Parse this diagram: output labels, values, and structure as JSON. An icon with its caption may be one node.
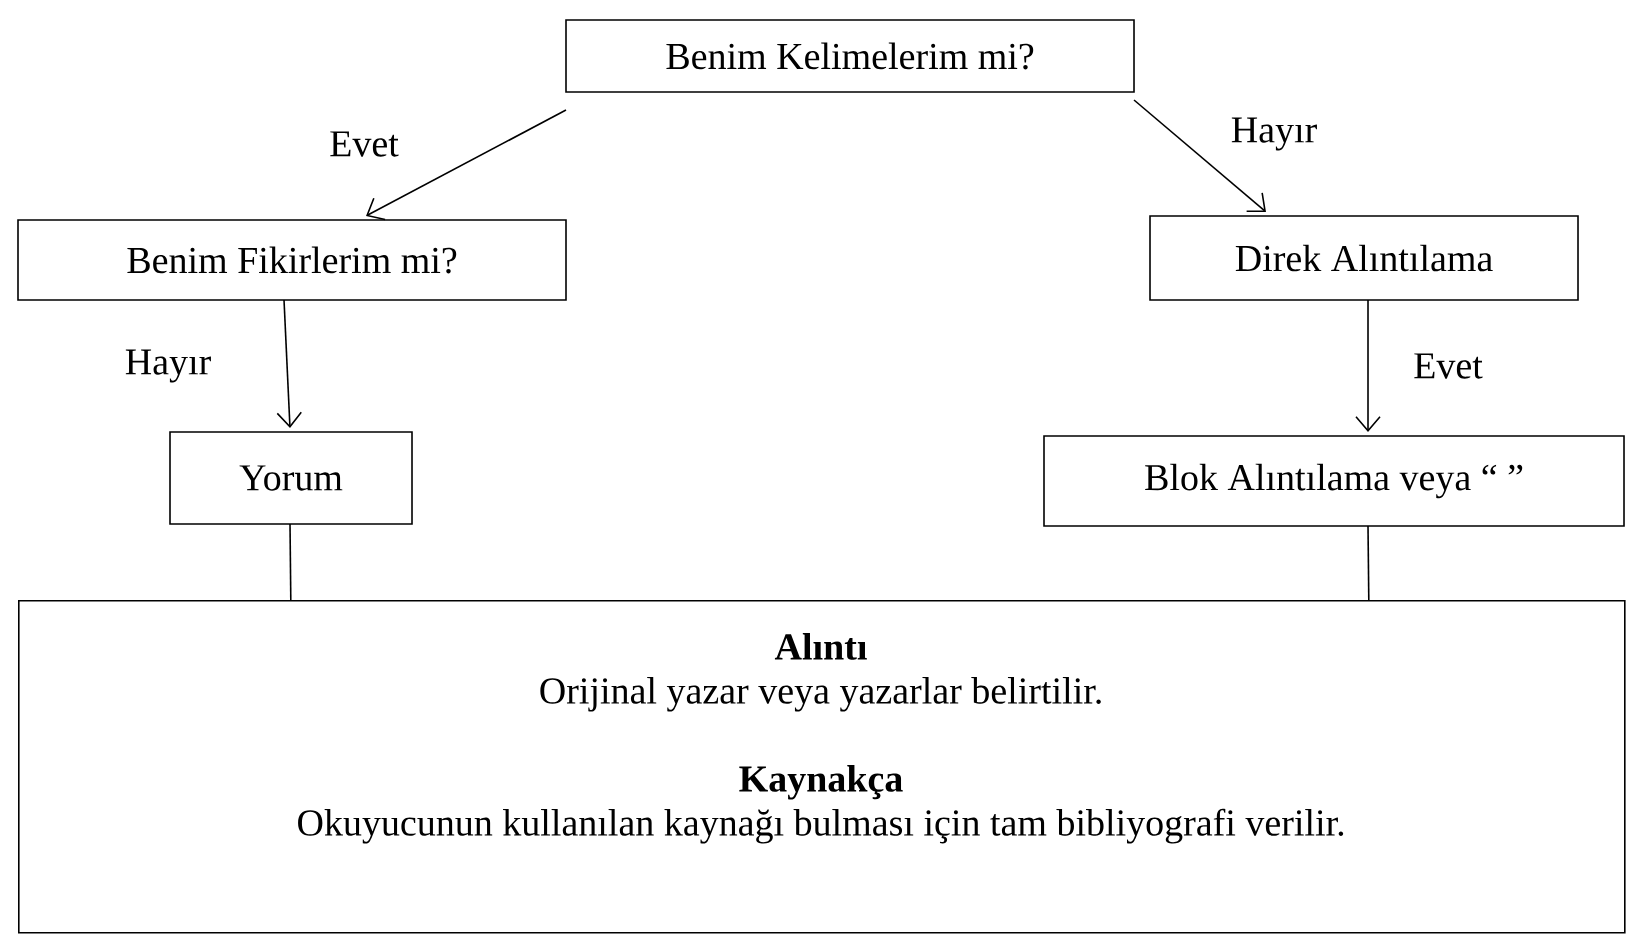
{
  "diagram": {
    "nodes": [
      {
        "text": [
          "Benim Kelimelerim mi?"
        ]
      },
      {
        "text": [
          "Benim Fikirlerim mi?"
        ]
      },
      {
        "text": [
          "Direk Alıntılama"
        ]
      },
      {
        "text": [
          "Yorum"
        ]
      },
      {
        "text": [
          "Blok Alıntılama veya “ ”"
        ]
      },
      {
        "text": [
          "Alıntı",
          "Orijinal yazar veya yazarlar belirtilir.",
          "Kaynakça",
          "Okuyucunun kullanılan kaynağı bulması için tam bibliyografi verilir."
        ]
      }
    ],
    "edges": [
      {
        "from": 0,
        "to": 1,
        "arrow": "to",
        "label": "Evet"
      },
      {
        "from": 0,
        "to": 2,
        "arrow": "to",
        "label": "Hayır"
      },
      {
        "from": 1,
        "to": 3,
        "arrow": "to",
        "label": "Hayır"
      },
      {
        "from": 2,
        "to": 4,
        "arrow": "to",
        "label": "Evet"
      },
      {
        "from": 3,
        "to": 5,
        "arrow": "none"
      },
      {
        "from": 4,
        "to": 5,
        "arrow": "none"
      }
    ]
  }
}
